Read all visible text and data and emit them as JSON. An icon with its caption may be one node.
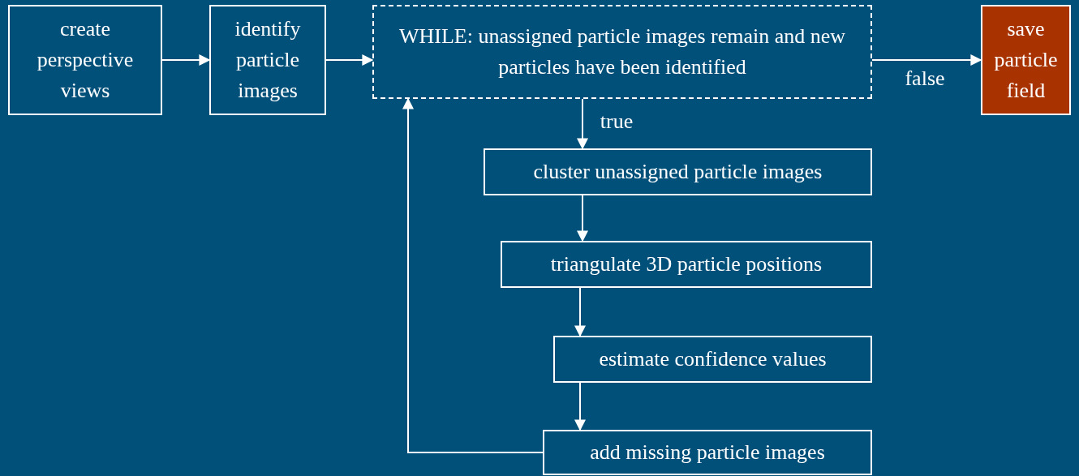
{
  "diagram": {
    "nodes": [
      {
        "text": [
          "create perspective views"
        ]
      },
      {
        "text": [
          "identify particle images"
        ]
      },
      {
        "text": [
          "WHILE: unassigned particle images remain and new particles have been identified"
        ]
      },
      {
        "text": [
          "save particle field"
        ]
      },
      {
        "text": [
          "cluster unassigned particle images"
        ]
      },
      {
        "text": [
          "triangulate 3D particle positions"
        ]
      },
      {
        "text": [
          "estimate confidence values"
        ]
      },
      {
        "text": [
          "add missing particle images"
        ]
      }
    ],
    "edges": [
      {
        "from": 0,
        "to": 1,
        "arrow": "to"
      },
      {
        "from": 1,
        "to": 2,
        "arrow": "to"
      },
      {
        "from": 2,
        "to": 3,
        "arrow": "to",
        "label": "false"
      },
      {
        "from": 2,
        "to": 4,
        "arrow": "to",
        "label": "true"
      },
      {
        "from": 4,
        "to": 5,
        "arrow": "to"
      },
      {
        "from": 5,
        "to": 6,
        "arrow": "to"
      },
      {
        "from": 6,
        "to": 7,
        "arrow": "to"
      },
      {
        "from": 7,
        "to": 2,
        "arrow": "to"
      }
    ]
  }
}
